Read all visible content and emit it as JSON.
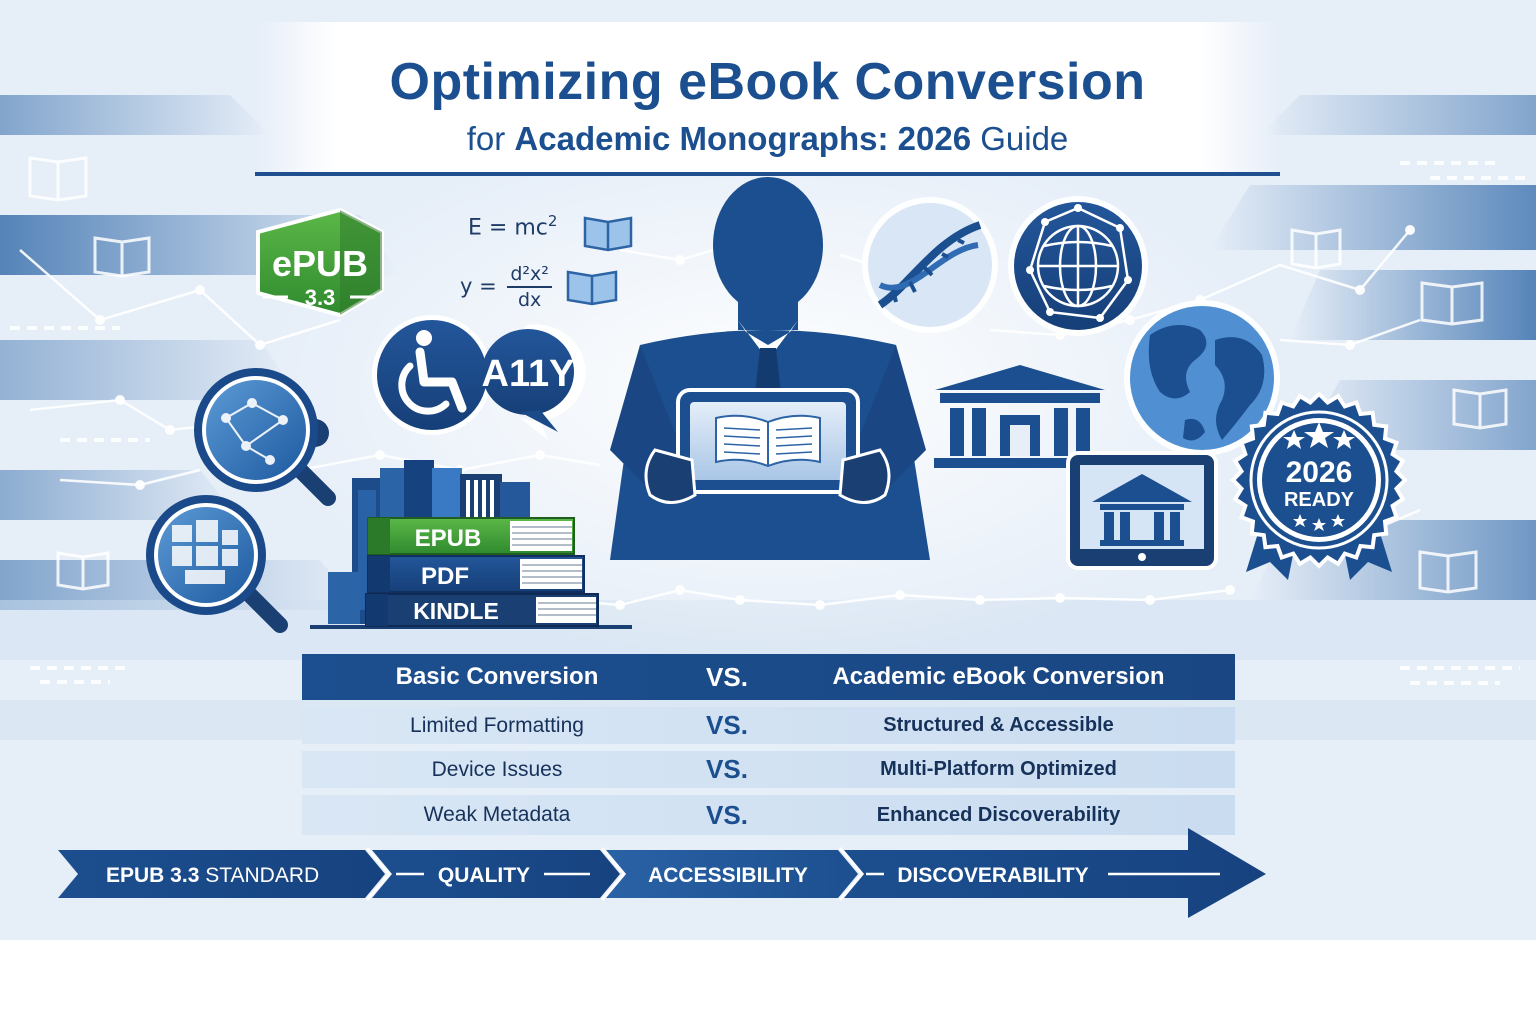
{
  "title": {
    "main": "Optimizing eBook Conversion",
    "sub_prefix": "for ",
    "sub_bold": "Academic Monographs: 2026",
    "sub_suffix": " Guide"
  },
  "equations": {
    "energy": {
      "lhs": "E = mc",
      "exp": "2"
    },
    "derivative": {
      "lhs": "y = ",
      "numerator": "d²x²",
      "denominator": "dx"
    }
  },
  "badges": {
    "epub": {
      "line1": "ePUB",
      "line2": "3.3"
    },
    "a11y": "A11Y",
    "ready": {
      "line1": "2026",
      "line2": "READY"
    }
  },
  "book_stack": [
    "EPUB",
    "PDF",
    "KINDLE"
  ],
  "comparison": {
    "header": {
      "left": "Basic Conversion",
      "vs": "VS.",
      "right": "Academic eBook Conversion"
    },
    "rows": [
      {
        "left": "Limited Formatting",
        "vs": "VS.",
        "right": "Structured & Accessible"
      },
      {
        "left": "Device Issues",
        "vs": "VS.",
        "right": "Multi-Platform Optimized"
      },
      {
        "left": "Weak Metadata",
        "vs": "VS.",
        "right": "Enhanced Discoverability"
      }
    ]
  },
  "pipeline": {
    "step1_bold": "EPUB 3.3",
    "step1_rest": " STANDARD",
    "step2": "QUALITY",
    "step3": "ACCESSIBILITY",
    "step4": "DISCOVERABILITY"
  },
  "colors": {
    "navy": "#1c4f8f",
    "dark_navy": "#17325a",
    "green": "#3e9a3a",
    "light_blue": "#cadcf0"
  },
  "icons": [
    "book-icon",
    "wheelchair-icon",
    "speech-bubble-icon",
    "magnifier-icon",
    "dna-icon",
    "globe-icon",
    "earth-icon",
    "library-icon",
    "tablet-icon",
    "person-silhouette",
    "award-ribbon-icon"
  ]
}
